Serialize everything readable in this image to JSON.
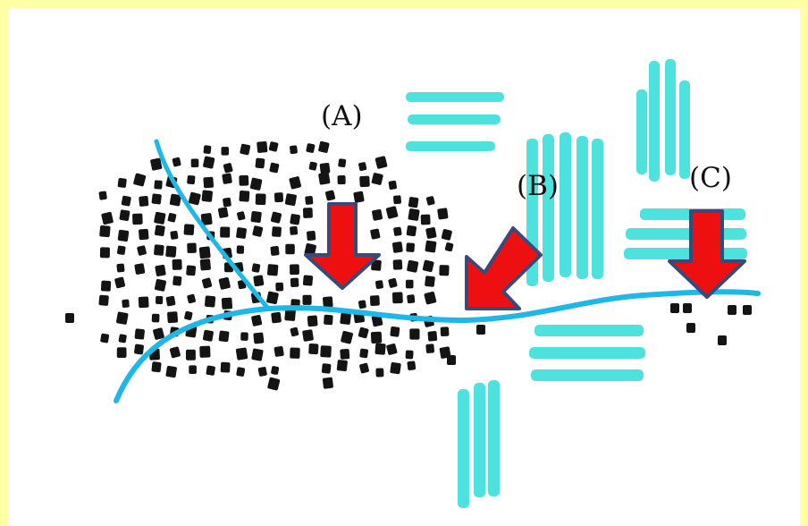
{
  "labels": {
    "a": "(A)",
    "b": "(B)",
    "c": "(C)"
  },
  "colors": {
    "frame": "#ffffa6",
    "river": "#1fb6e8",
    "pattern": "#4ee2df",
    "arrow_fill": "#ee1010",
    "arrow_stroke": "#3a4a78",
    "dots": "#141414"
  }
}
